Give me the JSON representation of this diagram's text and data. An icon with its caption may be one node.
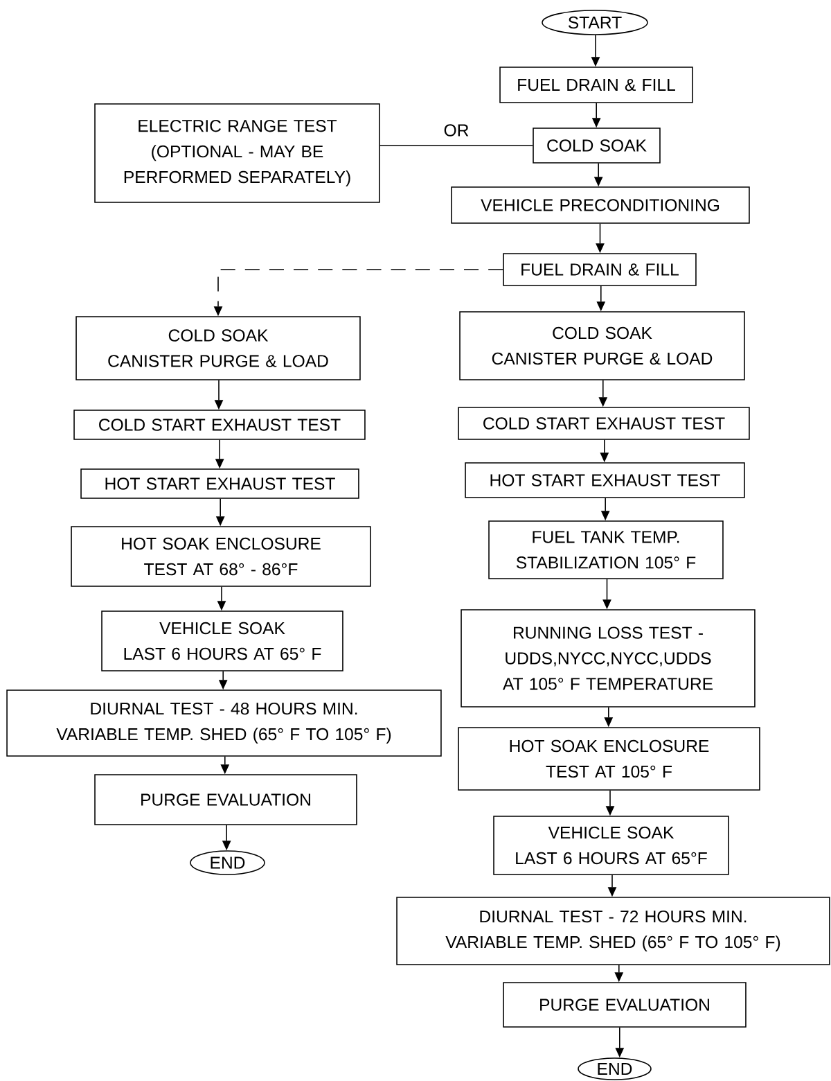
{
  "diagram": {
    "nodes": [
      {
        "text": [
          "START"
        ]
      },
      {
        "text": [
          "FUEL DRAIN & FILL"
        ]
      },
      {
        "text": [
          "ELECTRIC RANGE TEST",
          "(OPTIONAL - MAY BE PERFORMED SEPARATELY)"
        ]
      },
      {
        "text": [
          "COLD SOAK"
        ]
      },
      {
        "text": [
          "VEHICLE PRECONDITIONING"
        ]
      },
      {
        "text": [
          "FUEL DRAIN & FILL"
        ]
      },
      {
        "text": [
          "COLD SOAK",
          "CANISTER PURGE & LOAD"
        ]
      },
      {
        "text": [
          "COLD START EXHAUST TEST"
        ]
      },
      {
        "text": [
          "HOT START EXHAUST TEST"
        ]
      },
      {
        "text": [
          "HOT SOAK ENCLOSURE TEST AT 68° - 86°F"
        ]
      },
      {
        "text": [
          "VEHICLE SOAK",
          "LAST 6 HOURS AT 65° F"
        ]
      },
      {
        "text": [
          "DIURNAL TEST - 48 HOURS MIN.",
          "VARIABLE TEMP. SHED (65° F TO 105° F)"
        ]
      },
      {
        "text": [
          "PURGE EVALUATION"
        ]
      },
      {
        "text": [
          "END"
        ]
      },
      {
        "text": [
          "COLD SOAK",
          "CANISTER PURGE & LOAD"
        ]
      },
      {
        "text": [
          "COLD START EXHAUST TEST"
        ]
      },
      {
        "text": [
          "HOT START EXHAUST TEST"
        ]
      },
      {
        "text": [
          "FUEL TANK TEMP. STABILIZATION 105° F"
        ]
      },
      {
        "text": [
          "RUNNING LOSS TEST - UDDS,NYCC,NYCC,UDDS AT 105° F TEMPERATURE"
        ]
      },
      {
        "text": [
          "HOT SOAK ENCLOSURE TEST AT 105° F"
        ]
      },
      {
        "text": [
          "VEHICLE SOAK",
          "LAST 6 HOURS AT 65°F"
        ]
      },
      {
        "text": [
          "DIURNAL TEST - 72 HOURS MIN.",
          "VARIABLE TEMP. SHED (65° F TO 105° F)"
        ]
      },
      {
        "text": [
          "PURGE EVALUATION"
        ]
      },
      {
        "text": [
          "END"
        ]
      }
    ],
    "edges": [
      {
        "from": 0,
        "to": 1,
        "arrow": "to"
      },
      {
        "from": 1,
        "to": 3,
        "arrow": "to"
      },
      {
        "from": 2,
        "to": 3,
        "arrow": "none",
        "label": "OR"
      },
      {
        "from": 3,
        "to": 4,
        "arrow": "to"
      },
      {
        "from": 4,
        "to": 5,
        "arrow": "to"
      },
      {
        "from": 5,
        "to": 6,
        "arrow": "to",
        "style": "dashed"
      },
      {
        "from": 5,
        "to": 14,
        "arrow": "to"
      },
      {
        "from": 6,
        "to": 7,
        "arrow": "to"
      },
      {
        "from": 7,
        "to": 8,
        "arrow": "to"
      },
      {
        "from": 8,
        "to": 9,
        "arrow": "to"
      },
      {
        "from": 9,
        "to": 10,
        "arrow": "to"
      },
      {
        "from": 10,
        "to": 11,
        "arrow": "to"
      },
      {
        "from": 11,
        "to": 12,
        "arrow": "to"
      },
      {
        "from": 12,
        "to": 13,
        "arrow": "to"
      },
      {
        "from": 14,
        "to": 15,
        "arrow": "to"
      },
      {
        "from": 15,
        "to": 16,
        "arrow": "to"
      },
      {
        "from": 16,
        "to": 17,
        "arrow": "to"
      },
      {
        "from": 17,
        "to": 18,
        "arrow": "to"
      },
      {
        "from": 18,
        "to": 19,
        "arrow": "to"
      },
      {
        "from": 19,
        "to": 20,
        "arrow": "to"
      },
      {
        "from": 20,
        "to": 21,
        "arrow": "to"
      },
      {
        "from": 21,
        "to": 22,
        "arrow": "to"
      },
      {
        "from": 22,
        "to": 23,
        "arrow": "to"
      }
    ]
  }
}
